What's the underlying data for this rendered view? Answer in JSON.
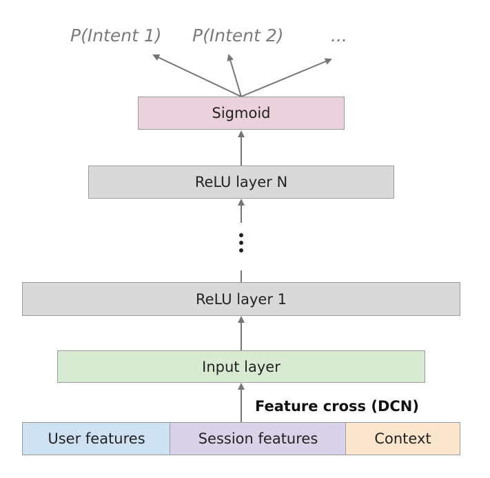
{
  "outputs": [
    "P(Intent 1)",
    "P(Intent 2)",
    "..."
  ],
  "layers": {
    "sigmoid": "Sigmoid",
    "relu_n": "ReLU layer N",
    "relu_1": "ReLU layer 1",
    "input": "Input layer"
  },
  "feature_cross_label": "Feature cross (DCN)",
  "features": {
    "user": "User features",
    "session": "Session features",
    "context": "Context"
  },
  "colors": {
    "sigmoid_fill": "#ead1dc",
    "relu_fill": "#d9d9d9",
    "input_fill": "#d9ead3",
    "user_fill": "#cfe2f3",
    "session_fill": "#d9d2e9",
    "context_fill": "#fce5cd",
    "arrow": "#757575"
  }
}
